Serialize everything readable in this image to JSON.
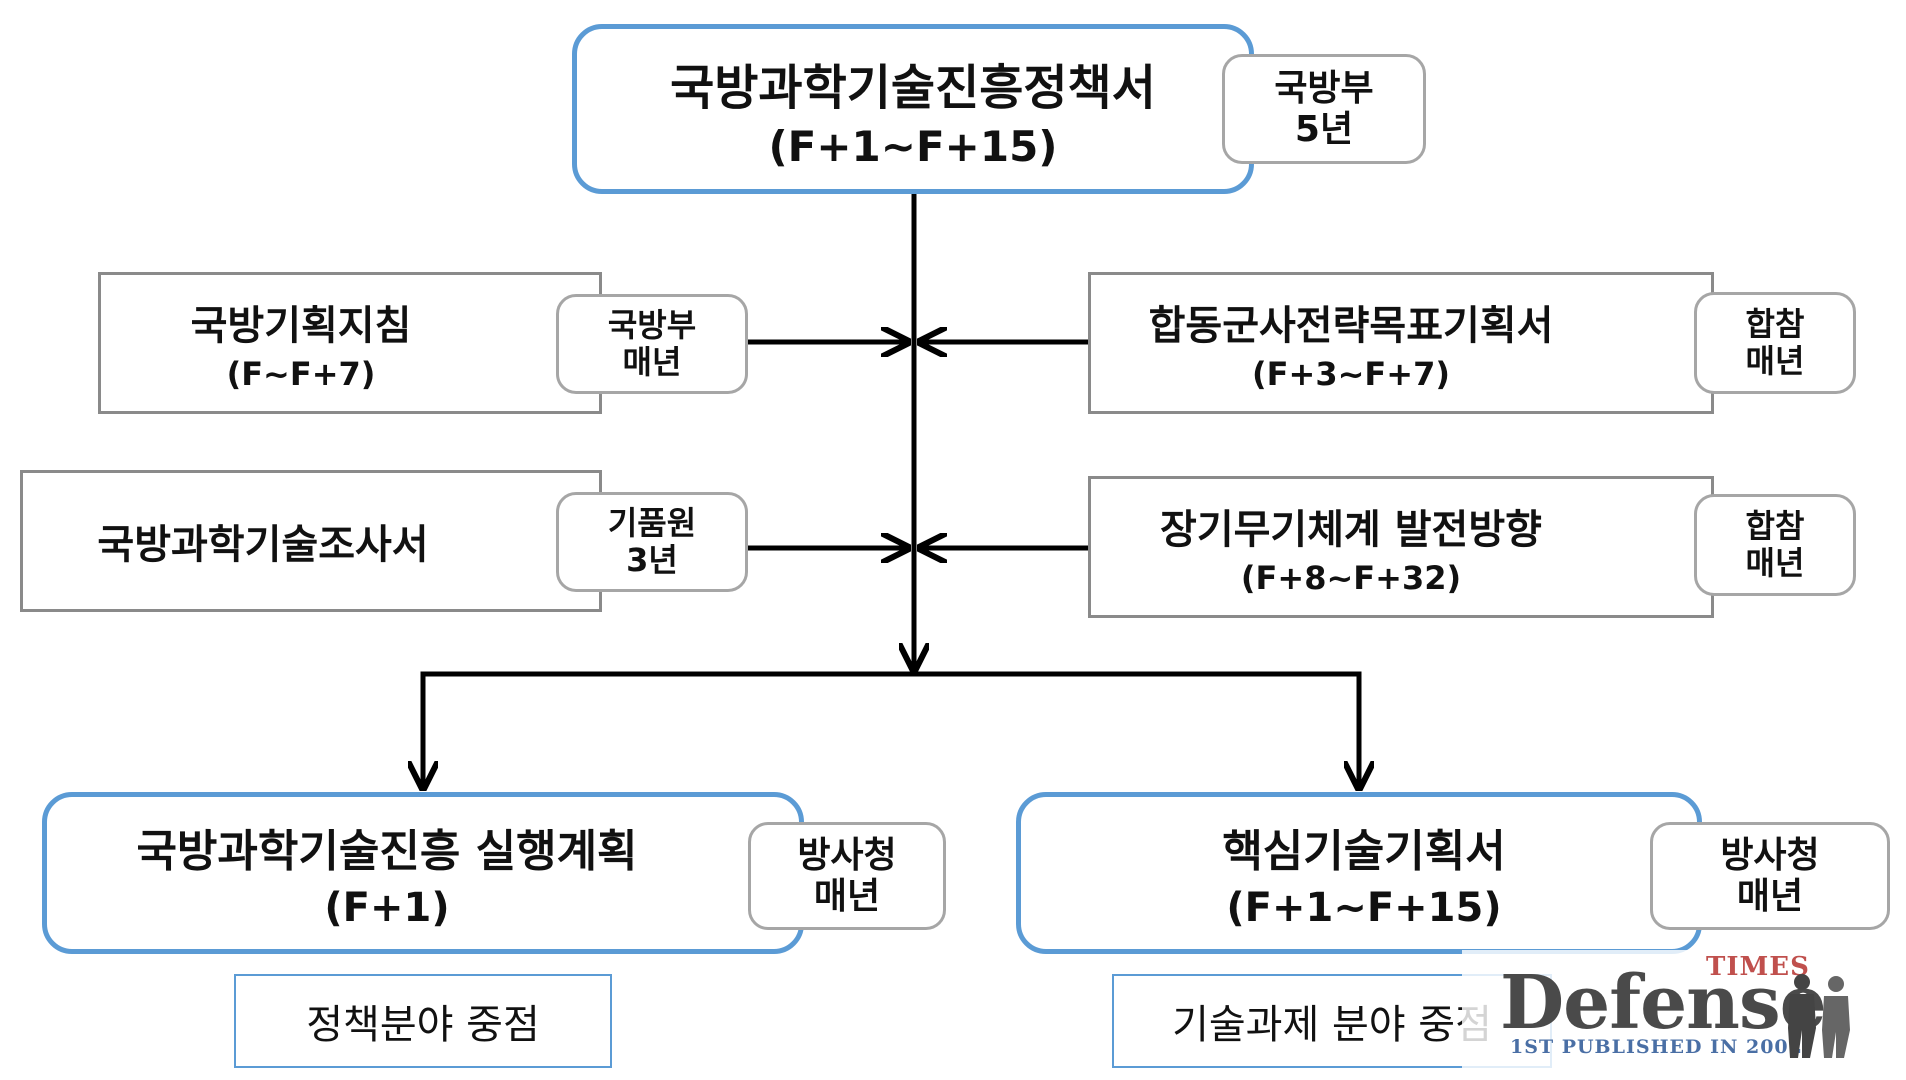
{
  "top": {
    "title": "국방과학기술진흥정책서",
    "period": "(F+1~F+15)",
    "tag": [
      "국방부",
      "5년"
    ]
  },
  "left_inputs": [
    {
      "title": "국방기획지침",
      "period": "(F~F+7)",
      "tag": [
        "국방부",
        "매년"
      ]
    },
    {
      "title": "국방과학기술조사서",
      "period": "",
      "tag": [
        "기품원",
        "3년"
      ]
    }
  ],
  "right_inputs": [
    {
      "title": "합동군사전략목표기획서",
      "period": "(F+3~F+7)",
      "tag": [
        "합참",
        "매년"
      ]
    },
    {
      "title": "장기무기체계 발전방향",
      "period": "(F+8~F+32)",
      "tag": [
        "합참",
        "매년"
      ]
    }
  ],
  "outputs": [
    {
      "title": "국방과학기술진흥 실행계획",
      "period": "(F+1)",
      "tag": [
        "방사청",
        "매년"
      ],
      "focus": "정책분야 중점"
    },
    {
      "title": "핵심기술기획서",
      "period": "(F+1~F+15)",
      "tag": [
        "방사청",
        "매년"
      ],
      "focus": "기술과제 분야 중점"
    }
  ],
  "watermark": {
    "brand": "Defense",
    "times": "TIMES",
    "subtitle": "1ST PUBLISHED IN 2002"
  },
  "colors": {
    "accent_blue": "#5b9bd5",
    "border_gray": "#8a8a8a",
    "tag_gray": "#a6a6a6",
    "line": "#000000"
  }
}
